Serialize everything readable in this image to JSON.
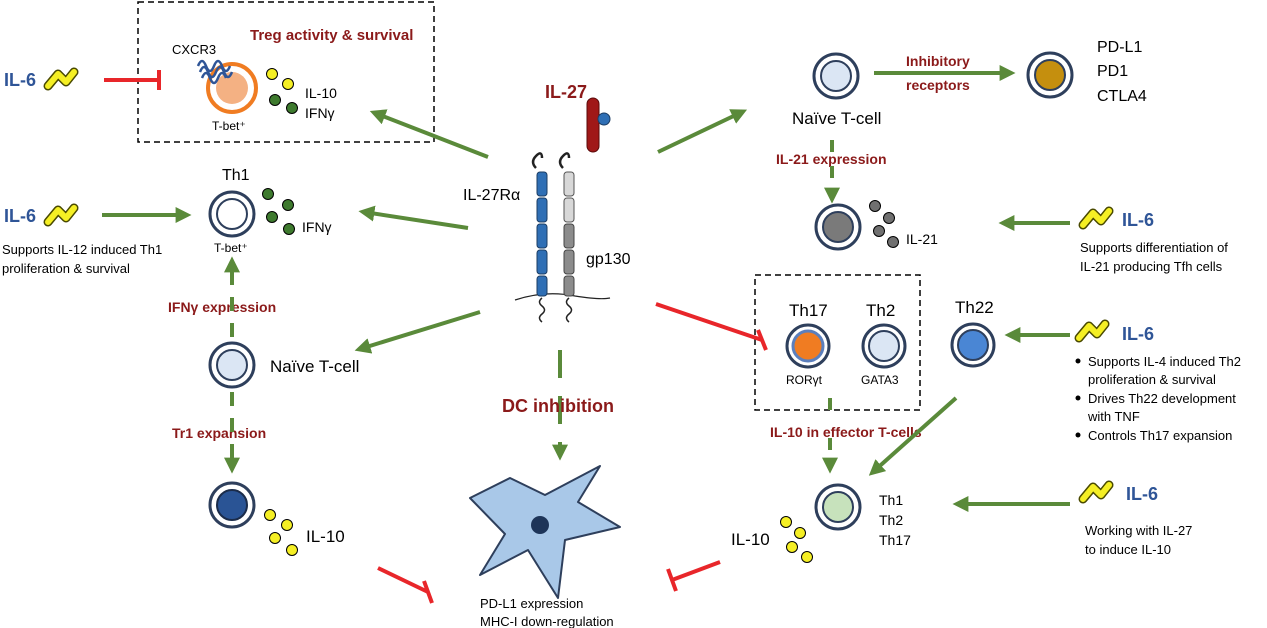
{
  "colors": {
    "activating_arrow": "#5a8a3a",
    "inhibitory_arrow": "#e8262a",
    "il6_label": "#2f5597",
    "process_label": "#8b1a1a",
    "cytokine_yellow": "#f5ef24",
    "cytokine_green": "#3e7a2e",
    "cytokine_gray": "#707070",
    "cell_outline": "#2e3f5c",
    "il27r_alpha": "#2f6fb5",
    "gp130": "#8c8c8c",
    "il27": "#a01818",
    "dc_fill": "#a9c8e8"
  },
  "center": {
    "il27_label": "IL-27",
    "il27ra_label": "IL-27Rα",
    "gp130_label": "gp130",
    "dc_inhibition_label": "DC inhibition",
    "dc_caption_line1": "PD-L1 expression",
    "dc_caption_line2": "MHC-I down-regulation"
  },
  "treg_box": {
    "title": "Treg activity & survival",
    "receptor_label": "CXCR3",
    "cell_label": "T-bet⁺",
    "cytokine1": "IL-10",
    "cytokine2": "IFNγ",
    "il6_label": "IL-6"
  },
  "th1_panel": {
    "cell_title": "Th1",
    "cell_marker": "T-bet⁺",
    "cytokine": "IFNγ",
    "il6_label": "IL-6",
    "il6_desc_line1": "Supports IL-12 induced Th1",
    "il6_desc_line2": "proliferation & survival",
    "process_label": "IFNγ expression"
  },
  "naive_left": {
    "label": "Naïve T-cell",
    "process_label": "Tr1 expansion",
    "tr1_cytokine": "IL-10"
  },
  "naive_right": {
    "label": "Naïve T-cell",
    "inhibitory_label_line1": "Inhibitory",
    "inhibitory_label_line2": "receptors",
    "receptors": [
      "PD-L1",
      "PD1",
      "CTLA4"
    ],
    "il21_process_label": "IL-21 expression",
    "il21_cytokine": "IL-21"
  },
  "tfh_il6": {
    "label": "IL-6",
    "desc_line1": "Supports differentiation of",
    "desc_line2": "IL-21 producing Tfh cells"
  },
  "effector_box": {
    "th17_title": "Th17",
    "th17_marker": "RORγt",
    "th2_title": "Th2",
    "th2_marker": "GATA3",
    "th22_title": "Th22"
  },
  "effector_il6": {
    "label": "IL-6",
    "bullets": [
      "Supports IL-4 induced Th2",
      "proliferation & survival",
      "Drives Th22 development",
      "with TNF",
      "Controls Th17 expansion"
    ]
  },
  "effector_il10": {
    "process_label": "IL-10 in effector T-cells",
    "cytokine": "IL-10",
    "cell_types": [
      "Th1",
      "Th2",
      "Th17"
    ]
  },
  "working_il6": {
    "label": "IL-6",
    "desc_line1": "Working with IL-27",
    "desc_line2": "to induce IL-10"
  }
}
